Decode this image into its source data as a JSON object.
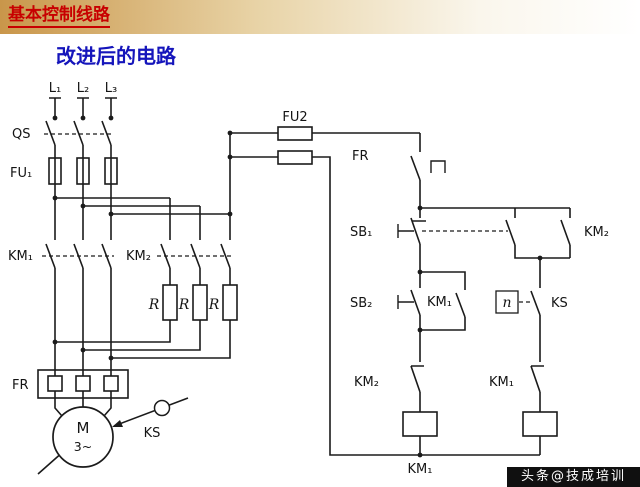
{
  "header": {
    "title": "基本控制线路"
  },
  "subtitle": {
    "text": "改进后的电路"
  },
  "watermark": {
    "text": "头条@技成培训"
  },
  "colors": {
    "header_gradient_left": "#c9964a",
    "title_red": "#c80000",
    "subtitle_blue": "#1515bb",
    "line_black": "#1b1b1b",
    "watermark_bg": "#101010"
  },
  "circuit": {
    "phases": {
      "l1": "L₁",
      "l2": "L₂",
      "l3": "L₃"
    },
    "labels": {
      "qs": "QS",
      "fu1": "FU₁",
      "km1_main": "KM₁",
      "km2_brake": "KM₂",
      "r1": "R",
      "r2": "R",
      "r3": "R",
      "fr_main": "FR",
      "motor_letter": "M",
      "motor_phase": "3~",
      "ks_rotor": "KS",
      "fu2": "FU2",
      "fr_contact": "FR",
      "sb1": "SB₁",
      "km2_latch": "KM₂",
      "sb2": "SB₂",
      "km1_latch": "KM₁",
      "speed": "n",
      "ks_contact": "KS",
      "km2_interlock": "KM₂",
      "km1_interlock": "KM₁",
      "km1_coil": "KM₁"
    }
  }
}
